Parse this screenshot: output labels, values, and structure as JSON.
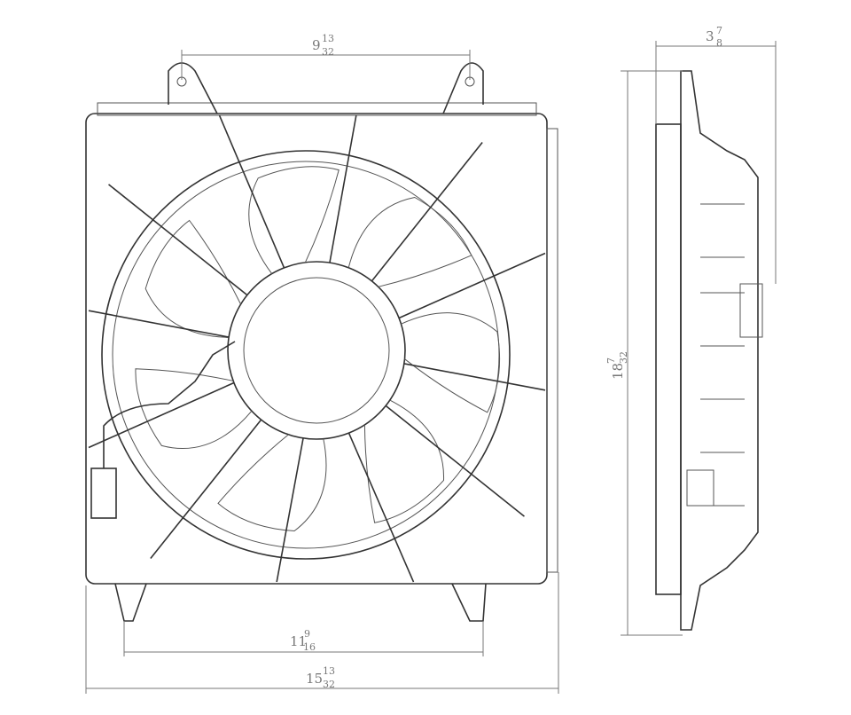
{
  "dimensions": {
    "top_mount_span": {
      "whole": "9",
      "num": "13",
      "den": "32"
    },
    "depth": {
      "whole": "3",
      "num": "7",
      "den": "8"
    },
    "height": {
      "whole": "18",
      "num": "7",
      "den": "32"
    },
    "bottom_mount_span": {
      "whole": "11",
      "num": "9",
      "den": "16"
    },
    "overall_width": {
      "whole": "15",
      "num": "13",
      "den": "32"
    }
  }
}
